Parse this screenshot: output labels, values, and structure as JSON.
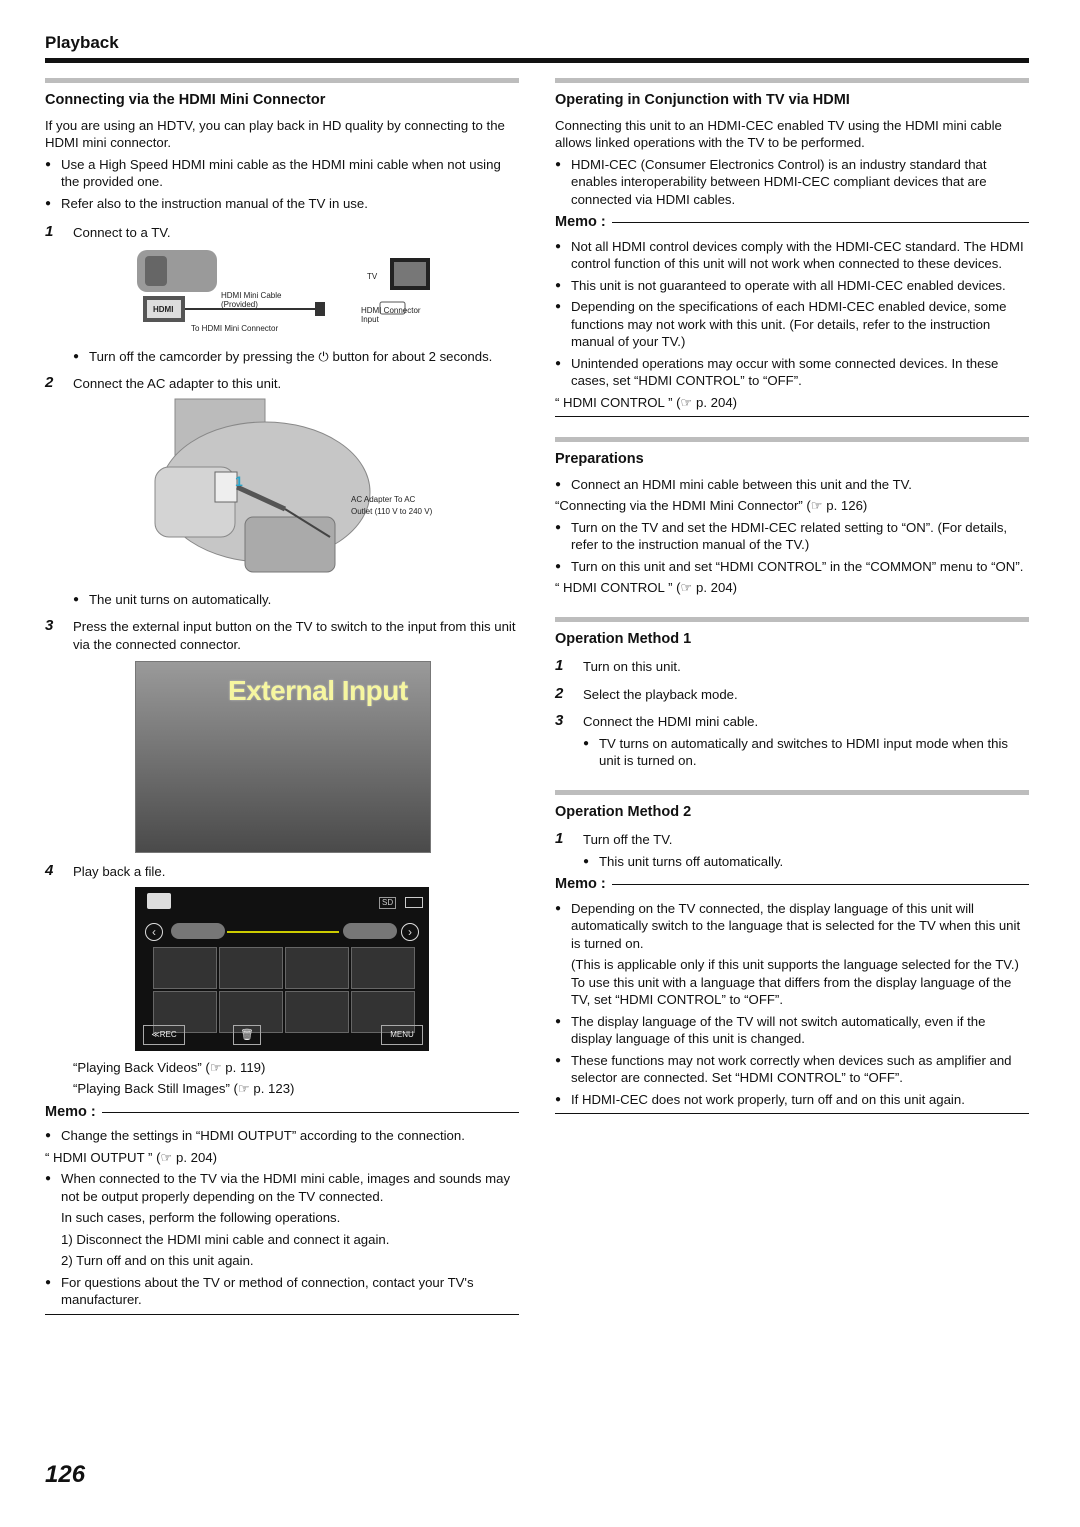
{
  "header": {
    "title": "Playback"
  },
  "left": {
    "section_title": "Connecting via the HDMI Mini Connector",
    "intro": "If you are using an HDTV, you can play back in HD quality by connecting to the HDMI mini connector.",
    "bullets": [
      "Use a High Speed HDMI mini cable as the HDMI mini cable when not using the provided one.",
      "Refer also to the instruction manual of the TV in use."
    ],
    "step1": {
      "num": "1",
      "text": "Connect to a TV."
    },
    "fig1": {
      "tv": "TV",
      "cable": "HDMI Mini Cable",
      "provided": "(Provided)",
      "hdmi_logo": "HDMI",
      "connector": "To HDMI Mini Connector",
      "tv_input": "HDMI Connector Input"
    },
    "step1_note": "Turn off the camcorder by pressing the ⏻ button for about 2 seconds.",
    "step2": {
      "num": "2",
      "text": "Connect the AC adapter to this unit."
    },
    "fig2": {
      "label1": "AC Adapter To AC",
      "label2": "Outlet (110 V to 240 V)",
      "marker": "1"
    },
    "step2_note": "The unit turns on automatically.",
    "step3": {
      "num": "3",
      "text": "Press the external input button on the TV to switch to the input from this unit via the connected connector."
    },
    "fig3": {
      "screen_text": "External Input"
    },
    "step4": {
      "num": "4",
      "text": "Play back a file."
    },
    "fig4": {
      "sd": "SD",
      "rec": "≪REC",
      "menu": "MENU"
    },
    "refs": [
      "“Playing Back Videos” (☞ p. 119)",
      "“Playing Back Still Images” (☞ p. 123)"
    ],
    "memo_label": "Memo :",
    "memo_b1": "Change the settings in “HDMI OUTPUT” according to the connection.",
    "memo_ref": "“ HDMI OUTPUT ” (☞ p. 204)",
    "memo_b2": "When connected to the TV via the HDMI mini cable, images and sounds may not be output properly depending on the TV connected.",
    "memo_b2_extra": "In such cases, perform the following operations.",
    "memo_b2_op1": "1) Disconnect the HDMI mini cable and connect it again.",
    "memo_b2_op2": "2) Turn off and on this unit again.",
    "memo_b3": "For questions about the TV or method of connection, contact your TV's manufacturer."
  },
  "right": {
    "sec1_title": "Operating in Conjunction with TV via HDMI",
    "sec1_intro": "Connecting this unit to an HDMI-CEC enabled TV using the HDMI mini cable allows linked operations with the TV to be performed.",
    "sec1_bullet": "HDMI-CEC (Consumer Electronics Control) is an industry standard that enables interoperability between HDMI-CEC compliant devices that are connected via HDMI cables.",
    "memo1_label": "Memo :",
    "memo1_bullets": [
      "Not all HDMI control devices comply with the HDMI-CEC standard. The HDMI control function of this unit will not work when connected to these devices.",
      "This unit is not guaranteed to operate with all HDMI-CEC enabled devices.",
      "Depending on the specifications of each HDMI-CEC enabled device, some functions may not work with this unit. (For details, refer to the instruction manual of your TV.)",
      "Unintended operations may occur with some connected devices. In these cases, set “HDMI CONTROL” to “OFF”."
    ],
    "memo1_ref": "“ HDMI CONTROL ” (☞ p. 204)",
    "prep_title": "Preparations",
    "prep_b1": "Connect an HDMI mini cable between this unit and the TV.",
    "prep_ref1": "“Connecting via the HDMI Mini Connector” (☞ p. 126)",
    "prep_b2": "Turn on the TV and set the HDMI-CEC related setting to “ON”. (For details, refer to the instruction manual of the TV.)",
    "prep_b3": "Turn on this unit and set “HDMI CONTROL” in the “COMMON” menu to “ON”.",
    "prep_ref2": "“ HDMI CONTROL ” (☞ p. 204)",
    "om1_title": "Operation Method 1",
    "om1_steps": [
      {
        "num": "1",
        "text": "Turn on this unit."
      },
      {
        "num": "2",
        "text": "Select the playback mode."
      },
      {
        "num": "3",
        "text": "Connect the HDMI mini cable."
      }
    ],
    "om1_note": "TV turns on automatically and switches to HDMI input mode when this unit is turned on.",
    "om2_title": "Operation Method 2",
    "om2_step": {
      "num": "1",
      "text": "Turn off the TV."
    },
    "om2_note": "This unit turns off automatically.",
    "memo2_label": "Memo :",
    "memo2_b1": "Depending on the TV connected, the display language of this unit will automatically switch to the language that is selected for the TV when this unit is turned on.",
    "memo2_b1_extra": "(This is applicable only if this unit supports the language selected for the TV.) To use this unit with a language that differs from the display language of the TV, set “HDMI CONTROL” to “OFF”.",
    "memo2_b2": "The display language of the TV will not switch automatically, even if the display language of this unit is changed.",
    "memo2_b3": "These functions may not work correctly when devices such as amplifier and selector are connected. Set “HDMI CONTROL” to “OFF”.",
    "memo2_b4": "If HDMI-CEC does not work properly, turn off and on this unit again."
  },
  "page_number": "126"
}
